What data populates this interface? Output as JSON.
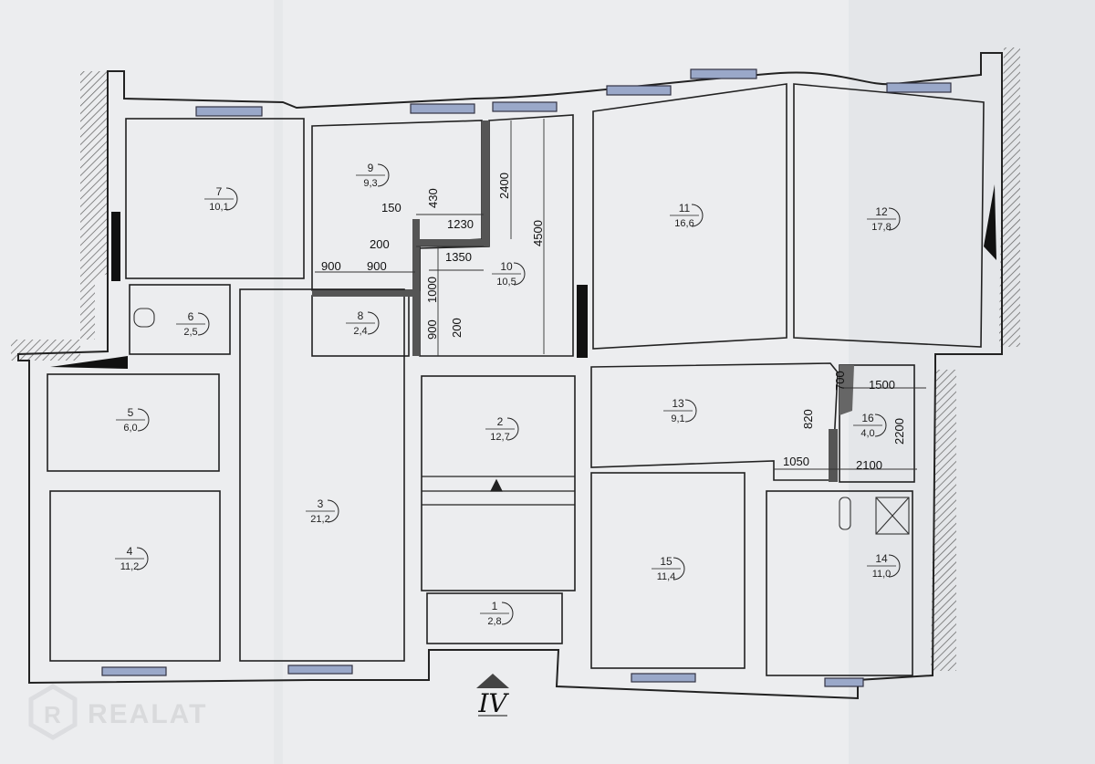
{
  "rooms": [
    {
      "num": "1",
      "area": "2,8"
    },
    {
      "num": "2",
      "area": "12,7"
    },
    {
      "num": "3",
      "area": "21,2"
    },
    {
      "num": "4",
      "area": "11,2"
    },
    {
      "num": "5",
      "area": "6,0"
    },
    {
      "num": "6",
      "area": "2,5"
    },
    {
      "num": "7",
      "area": "10,1"
    },
    {
      "num": "8",
      "area": "2,4"
    },
    {
      "num": "9",
      "area": "9,3"
    },
    {
      "num": "10",
      "area": "10,5"
    },
    {
      "num": "11",
      "area": "16,6"
    },
    {
      "num": "12",
      "area": "17,8"
    },
    {
      "num": "13",
      "area": "9,1"
    },
    {
      "num": "14",
      "area": "11,0"
    },
    {
      "num": "15",
      "area": "11,4"
    },
    {
      "num": "16",
      "area": "4,0"
    }
  ],
  "dimensions": [
    "2400",
    "4500",
    "430",
    "150",
    "1230",
    "200",
    "1350",
    "900",
    "900",
    "1000",
    "900",
    "200",
    "700",
    "1500",
    "820",
    "2200",
    "1050",
    "2100"
  ],
  "section_label": "IV",
  "watermark": {
    "logo_letter": "R",
    "text": "REALAT"
  }
}
